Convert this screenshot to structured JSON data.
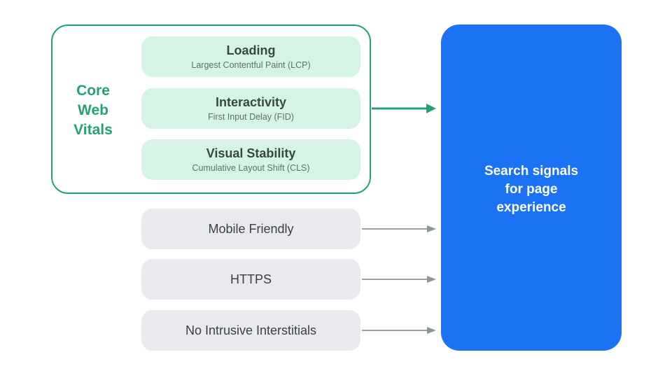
{
  "colors": {
    "accent_green": "#24A36F",
    "mint_card_bg": "#D6F4E6",
    "vital_title_text": "#37493F",
    "vital_subtitle_text": "#5F716A",
    "gray_card_bg": "#E9EAED",
    "gray_card_text": "#3C4043",
    "arrow_gray": "#9AA0A6",
    "result_blue": "#1B72F3",
    "result_text": "#FFFFFF"
  },
  "core_web_vitals": {
    "label_lines": [
      "Core",
      "Web",
      "Vitals"
    ],
    "items": [
      {
        "title": "Loading",
        "subtitle": "Largest Contentful Paint (LCP)"
      },
      {
        "title": "Interactivity",
        "subtitle": "First Input Delay (FID)"
      },
      {
        "title": "Visual Stability",
        "subtitle": "Cumulative Layout Shift (CLS)"
      }
    ]
  },
  "other_signals": [
    {
      "label": "Mobile Friendly"
    },
    {
      "label": "HTTPS"
    },
    {
      "label": "No Intrusive Interstitials"
    }
  ],
  "result": {
    "label_lines": [
      "Search signals",
      "for page",
      "experience"
    ]
  }
}
